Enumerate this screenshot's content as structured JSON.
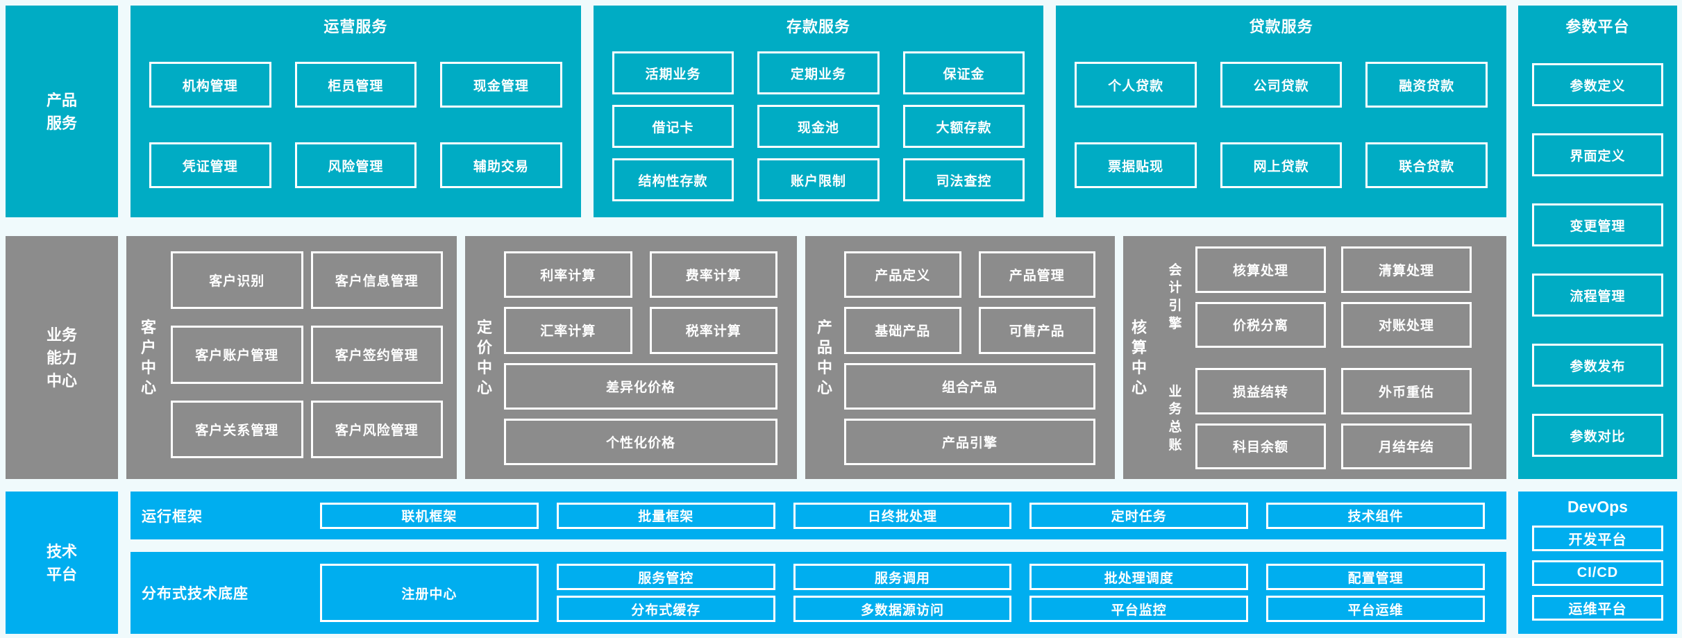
{
  "colors": {
    "teal": "#00acc4",
    "gray": "#8c8c8c",
    "blue": "#00aeef",
    "background": "#f0fafc",
    "box_border": "#ffffff",
    "text": "#ffffff"
  },
  "product_services": {
    "sidebar_label": "产品服务",
    "operations": {
      "title": "运营服务",
      "items": [
        "机构管理",
        "柜员管理",
        "现金管理",
        "凭证管理",
        "风险管理",
        "辅助交易"
      ]
    },
    "deposits": {
      "title": "存款服务",
      "items": [
        "活期业务",
        "定期业务",
        "保证金",
        "借记卡",
        "现金池",
        "大额存款",
        "结构性存款",
        "账户限制",
        "司法查控"
      ]
    },
    "loans": {
      "title": "贷款服务",
      "items": [
        "个人贷款",
        "公司贷款",
        "融资贷款",
        "票据贴现",
        "网上贷款",
        "联合贷款"
      ]
    }
  },
  "parameter_platform": {
    "title": "参数平台",
    "items": [
      "参数定义",
      "界面定义",
      "变更管理",
      "流程管理",
      "参数发布",
      "参数对比"
    ]
  },
  "business_center": {
    "sidebar_label": "业务能力中心",
    "customer": {
      "label": "客户中心",
      "items": [
        "客户识别",
        "客户信息管理",
        "客户账户管理",
        "客户签约管理",
        "客户关系管理",
        "客户风险管理"
      ]
    },
    "pricing": {
      "label": "定价中心",
      "items": [
        "利率计算",
        "费率计算",
        "汇率计算",
        "税率计算"
      ],
      "wide_items": [
        "差异化价格",
        "个性化价格"
      ]
    },
    "product": {
      "label": "产品中心",
      "items": [
        "产品定义",
        "产品管理",
        "基础产品",
        "可售产品"
      ],
      "wide_items": [
        "组合产品",
        "产品引擎"
      ]
    },
    "accounting": {
      "label": "核算中心",
      "groups": [
        {
          "label": "会计引擎",
          "items": [
            "核算处理",
            "清算处理",
            "价税分离",
            "对账处理"
          ]
        },
        {
          "label": "业务总账",
          "items": [
            "损益结转",
            "外币重估",
            "科目余额",
            "月结年结"
          ]
        }
      ]
    }
  },
  "tech_platform": {
    "sidebar_label": "技术平台",
    "runtime": {
      "label": "运行框架",
      "items": [
        "联机框架",
        "批量框架",
        "日终批处理",
        "定时任务",
        "技术组件"
      ]
    },
    "distributed": {
      "label": "分布式技术底座",
      "registry": "注册中心",
      "items": [
        "服务管控",
        "服务调用",
        "批处理调度",
        "配置管理",
        "分布式缓存",
        "多数据源访问",
        "平台监控",
        "平台运维"
      ]
    }
  },
  "devops": {
    "title": "DevOps",
    "items": [
      "开发平台",
      "CI/CD",
      "运维平台"
    ]
  }
}
